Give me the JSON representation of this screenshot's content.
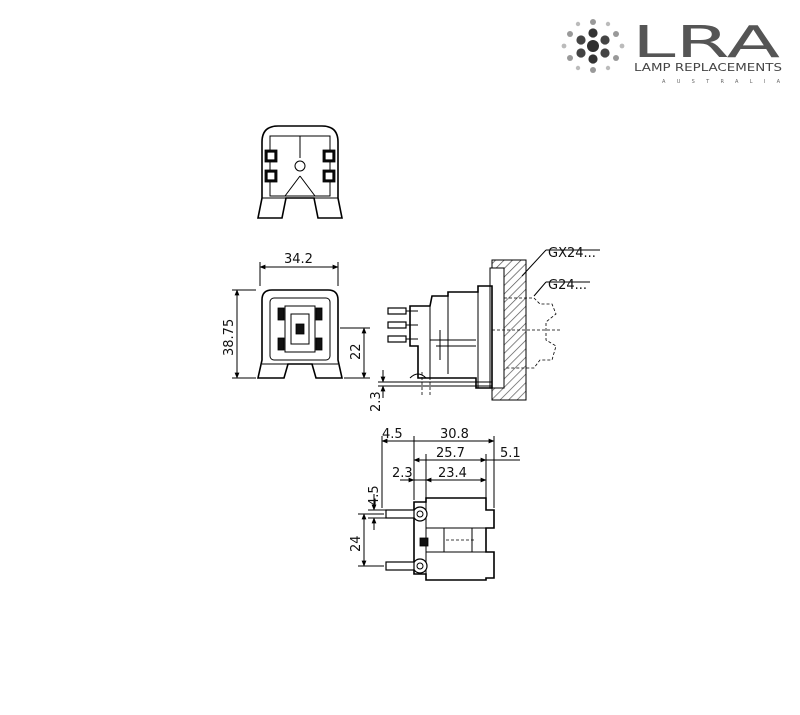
{
  "brand": {
    "name": "LRA",
    "tagline": "LAMP REPLACEMENTS",
    "region": "AUSTRALIA",
    "mark_icon": "dot-cluster-icon",
    "colors": {
      "dark": "#333333",
      "mid": "#666666",
      "light": "#999999"
    }
  },
  "labels": {
    "base_gx24": "GX24...",
    "base_g24": "G24..."
  },
  "dimensions": {
    "width_front": "34.2",
    "height_front": "38.75",
    "height_right": "22",
    "side_offset": "2.3",
    "bottom_left_gap": "4.5",
    "bottom_overall": "30.8",
    "bottom_mid": "25.7",
    "bottom_right": "5.1",
    "bottom_small": "2.3",
    "bottom_inner": "23.4",
    "bottom_vert_small": "4.5",
    "bottom_vert": "24"
  }
}
